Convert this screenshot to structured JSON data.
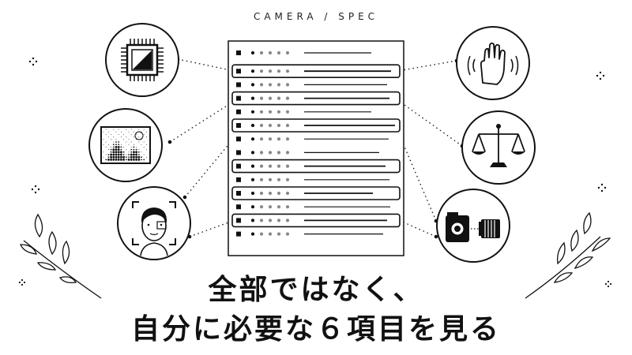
{
  "header": {
    "eyebrow": "CAMERA / SPEC"
  },
  "headline": {
    "line1": "全部ではなく、",
    "line2": "自分に必要な６項目を見る"
  },
  "spec_sheet": {
    "rows": 14,
    "highlighted_rows": [
      1,
      3,
      5,
      8,
      10,
      12
    ]
  },
  "icons": {
    "left": [
      "sensor-chip-icon",
      "image-quality-icon",
      "face-detection-icon"
    ],
    "right": [
      "image-stabilization-hand-icon",
      "balance-scale-icon",
      "camera-lens-mount-icon"
    ]
  },
  "colors": {
    "ink": "#111111",
    "background": "#ffffff",
    "dots": "#777777"
  }
}
